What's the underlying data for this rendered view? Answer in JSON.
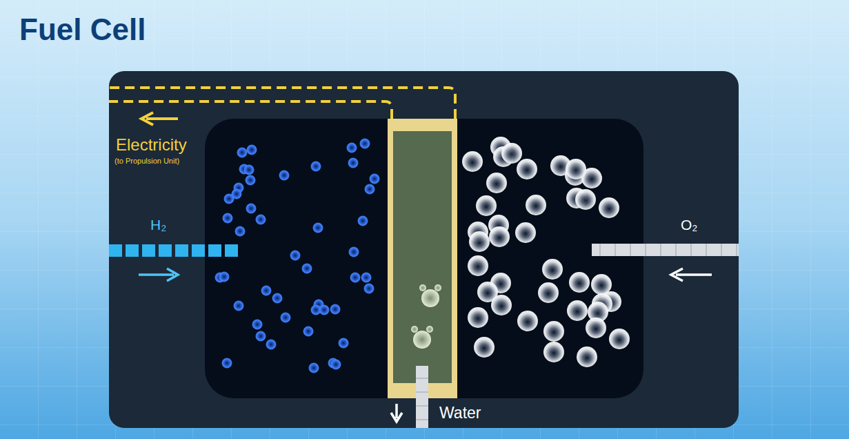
{
  "diagram": {
    "title": "Fuel Cell",
    "labels": [
      "Electricity",
      "(to Propulsion Unit)",
      "H₂",
      "O₂",
      "Water"
    ]
  }
}
